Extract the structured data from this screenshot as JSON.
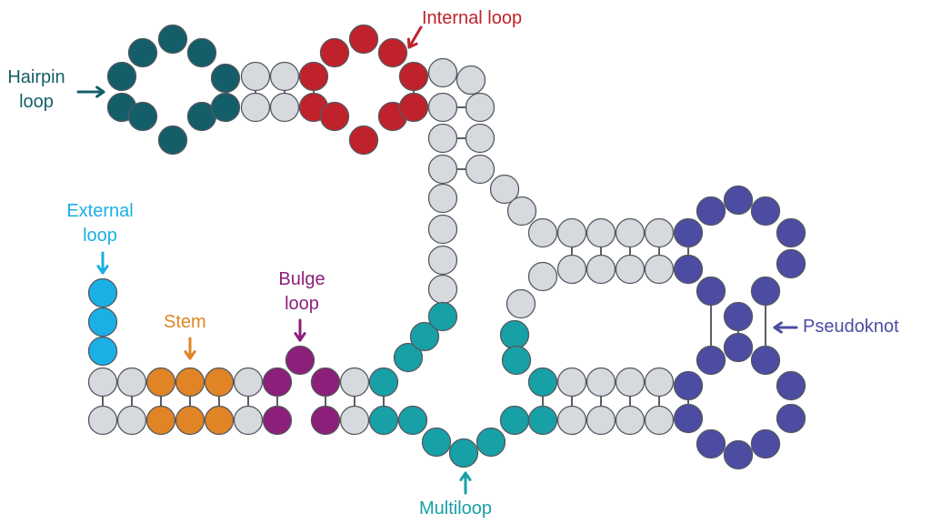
{
  "labels": {
    "hairpin_loop": "Hairpin\nloop",
    "internal_loop": "Internal loop",
    "external_loop": "External\nloop",
    "stem": "Stem",
    "bulge_loop": "Bulge\nloop",
    "multiloop": "Multiloop",
    "pseudoknot": "Pseudoknot"
  },
  "colors": {
    "unpaired": "#d6d9de",
    "hairpin": "#145e6a",
    "internal": "#c0222b",
    "external": "#1ab0e6",
    "stem": "#e08426",
    "bulge": "#8c1f7a",
    "multiloop": "#17a0a6",
    "pseudoknot": "#4d4ca3",
    "bond": "#5b5e66",
    "outline": "#55585f"
  },
  "icons": {
    "arrow": "arrow-icon"
  }
}
